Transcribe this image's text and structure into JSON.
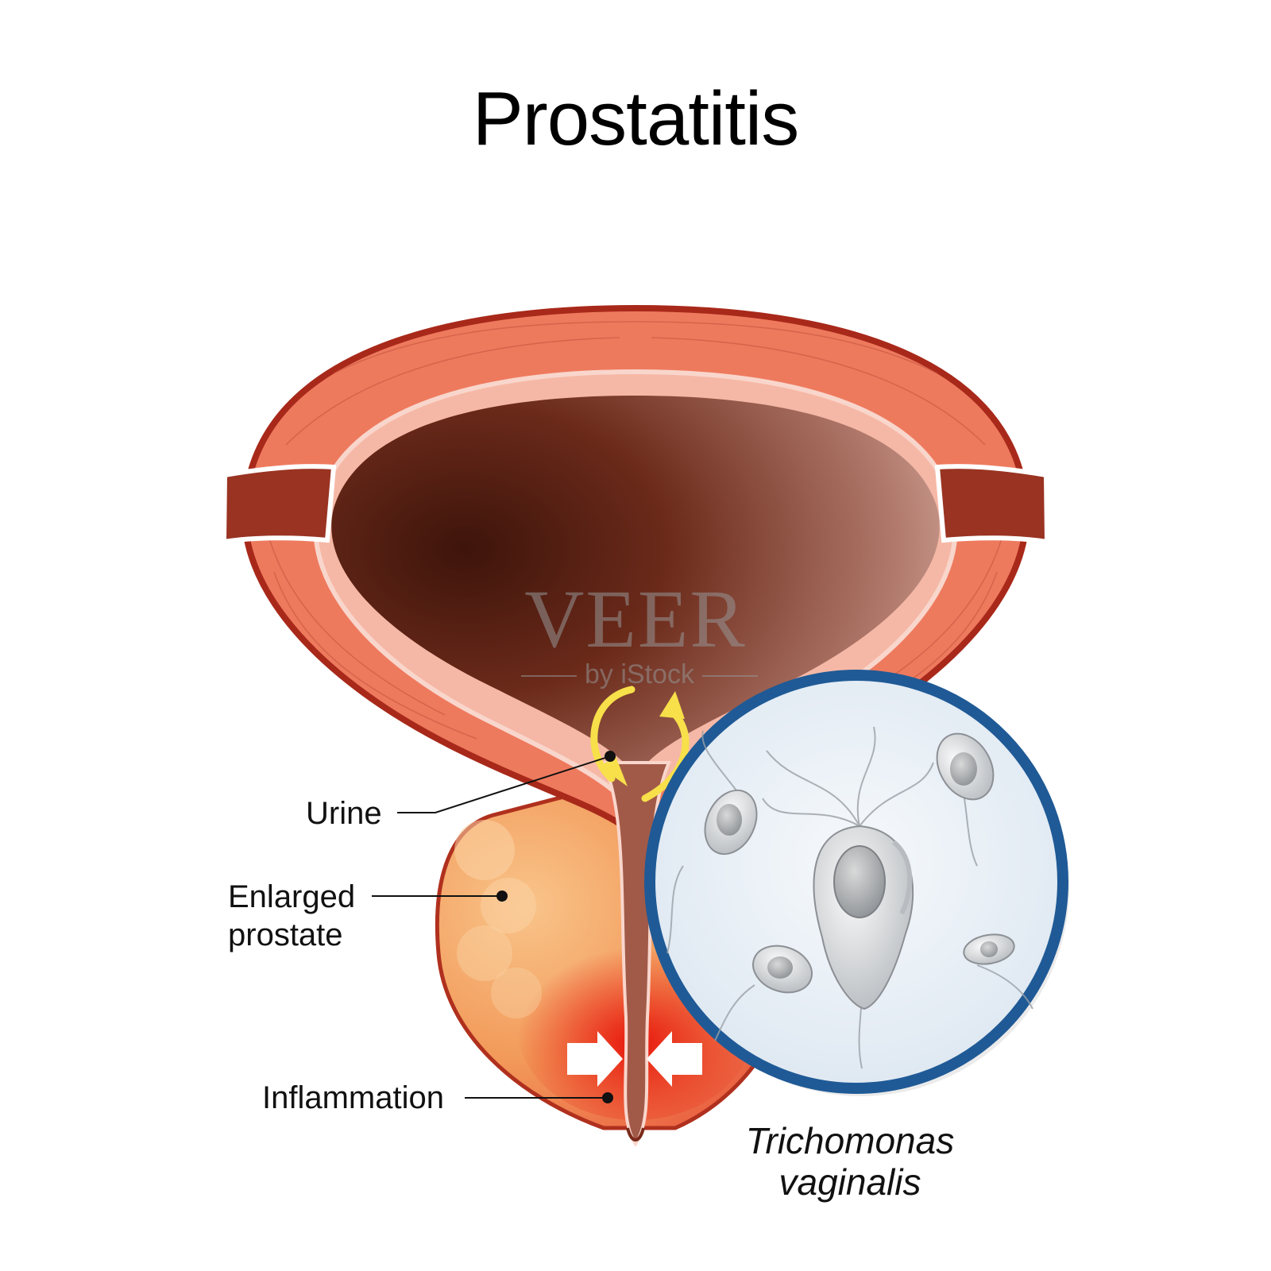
{
  "title": "Prostatitis",
  "labels": {
    "urine": "Urine",
    "enlarged_line1": "Enlarged",
    "enlarged_line2": "prostate",
    "inflammation": "Inflammation",
    "organism_line1": "Trichomonas",
    "organism_line2": "vaginalis"
  },
  "watermark": {
    "main": "VEER",
    "sub": "by iStock"
  },
  "colors": {
    "bladder_wall": "#ee7a5e",
    "bladder_outline": "#b0301e",
    "bladder_lumen_dark": "#4a1a10",
    "bladder_lumen_light": "#e3b8ad",
    "prostate": "#f4a261",
    "inflammation": "#e82a1a",
    "magnifier_ring": "#1f5a96",
    "magnifier_bg": "#eef3f8",
    "arrow_yellow": "#f7e04a"
  }
}
